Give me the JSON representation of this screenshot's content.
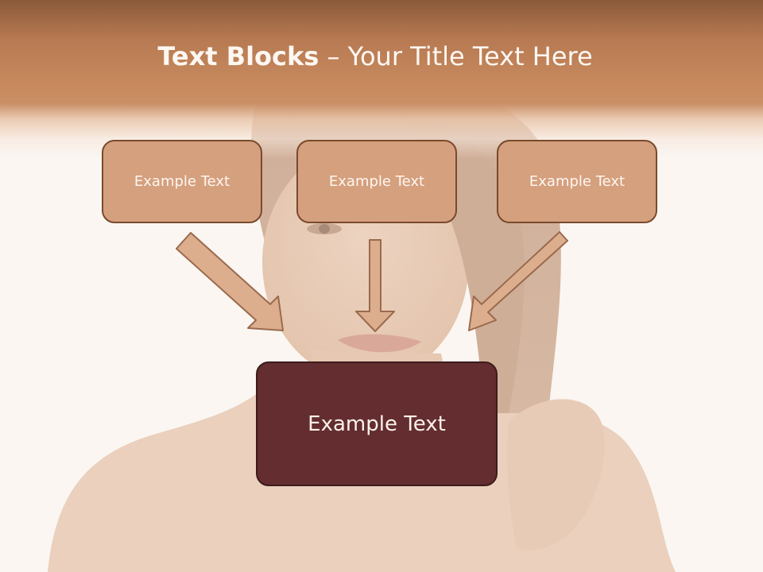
{
  "slide": {
    "title_bold": "Text Blocks",
    "title_dash": "–",
    "title_rest": "Your Title Text Here"
  },
  "blocks": [
    {
      "label": "Example Text"
    },
    {
      "label": "Example Text"
    },
    {
      "label": "Example Text"
    }
  ],
  "center_block": {
    "label": "Example Text"
  },
  "colors": {
    "header": "#c88a5e",
    "small_box_fill": "#d5a07e",
    "small_box_border": "#7a4a2c",
    "center_box_fill": "#642d2f",
    "arrow_fill": "#dcae8e"
  }
}
